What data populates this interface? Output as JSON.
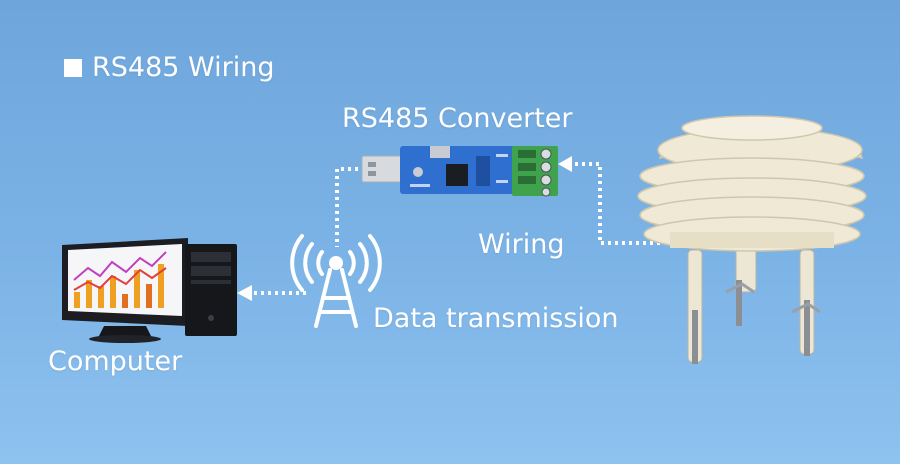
{
  "diagram": {
    "title": "RS485 Wiring",
    "converter_label": "RS485 Converter",
    "wiring_label": "Wiring",
    "data_label": "Data transmission",
    "computer_label": "Computer",
    "colors": {
      "background": "#79b0e4",
      "text": "#ffffff",
      "pcb": "#2f6fd0",
      "terminal": "#3fa34d",
      "sensor_shell": "#efe9d6",
      "usb_metal": "#d7dbe0"
    },
    "icons": [
      "monitor-icon",
      "tower-pc-icon",
      "antenna-icon",
      "usb-converter-icon",
      "sensor-icon"
    ]
  }
}
